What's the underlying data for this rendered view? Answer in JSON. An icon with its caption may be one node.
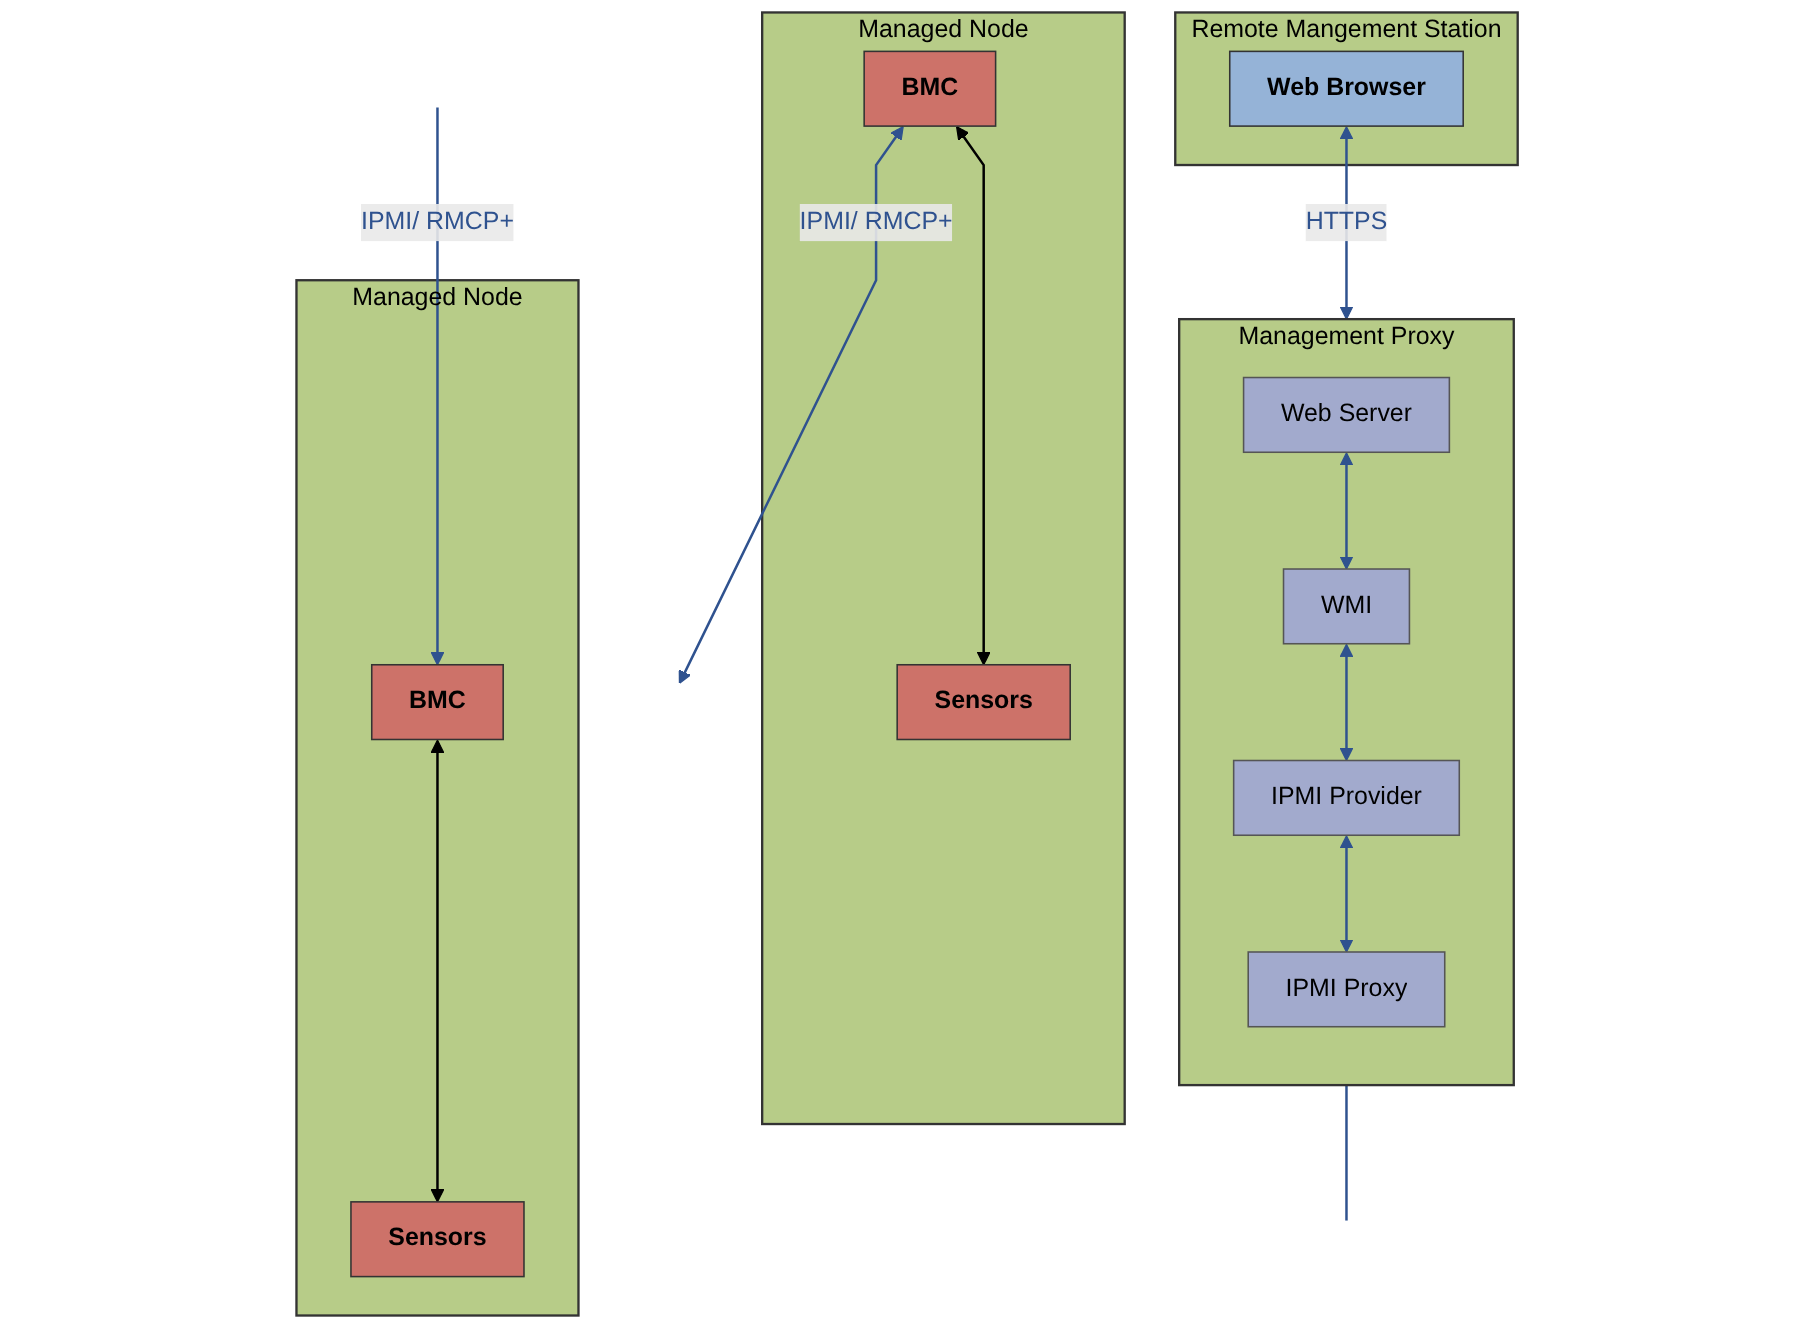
{
  "diagram": {
    "nodes": [
      {
        "text": [
          "Managed Node"
        ]
      },
      {
        "text": [
          "BMC"
        ],
        "in": 0
      },
      {
        "text": [
          "Sensors"
        ],
        "in": 0
      },
      {
        "text": [
          "Managed Node"
        ]
      },
      {
        "text": [
          "BMC"
        ],
        "in": 3
      },
      {
        "text": [
          "Sensors"
        ],
        "in": 3
      },
      {
        "text": [
          "Remote Mangement Station"
        ]
      },
      {
        "text": [
          "Web Browser"
        ],
        "in": 6
      },
      {
        "text": [
          "Management Proxy"
        ]
      },
      {
        "text": [
          "Web Server"
        ],
        "in": 8
      },
      {
        "text": [
          "WMI"
        ],
        "in": 8
      },
      {
        "text": [
          "IPMI Provider"
        ],
        "in": 8
      },
      {
        "text": [
          "IPMI Proxy"
        ],
        "in": 8
      }
    ],
    "edges": [
      {
        "from": 1,
        "to": 2,
        "arrow": "both",
        "color": "#000000"
      },
      {
        "from": 1,
        "to": null,
        "arrow": "both",
        "label": "IPMI/ RMCP+"
      },
      {
        "from": 4,
        "to": 5,
        "arrow": "both",
        "color": "#000000"
      },
      {
        "from": null,
        "to": 4,
        "arrow": "to",
        "label": "IPMI/ RMCP+"
      },
      {
        "from": 7,
        "to": 8,
        "arrow": "both",
        "label": "HTTPS"
      },
      {
        "from": 9,
        "to": 10,
        "arrow": "both"
      },
      {
        "from": 10,
        "to": 11,
        "arrow": "both"
      },
      {
        "from": 11,
        "to": 12,
        "arrow": "both"
      },
      {
        "from": 8,
        "to": null,
        "arrow": "none"
      }
    ]
  }
}
